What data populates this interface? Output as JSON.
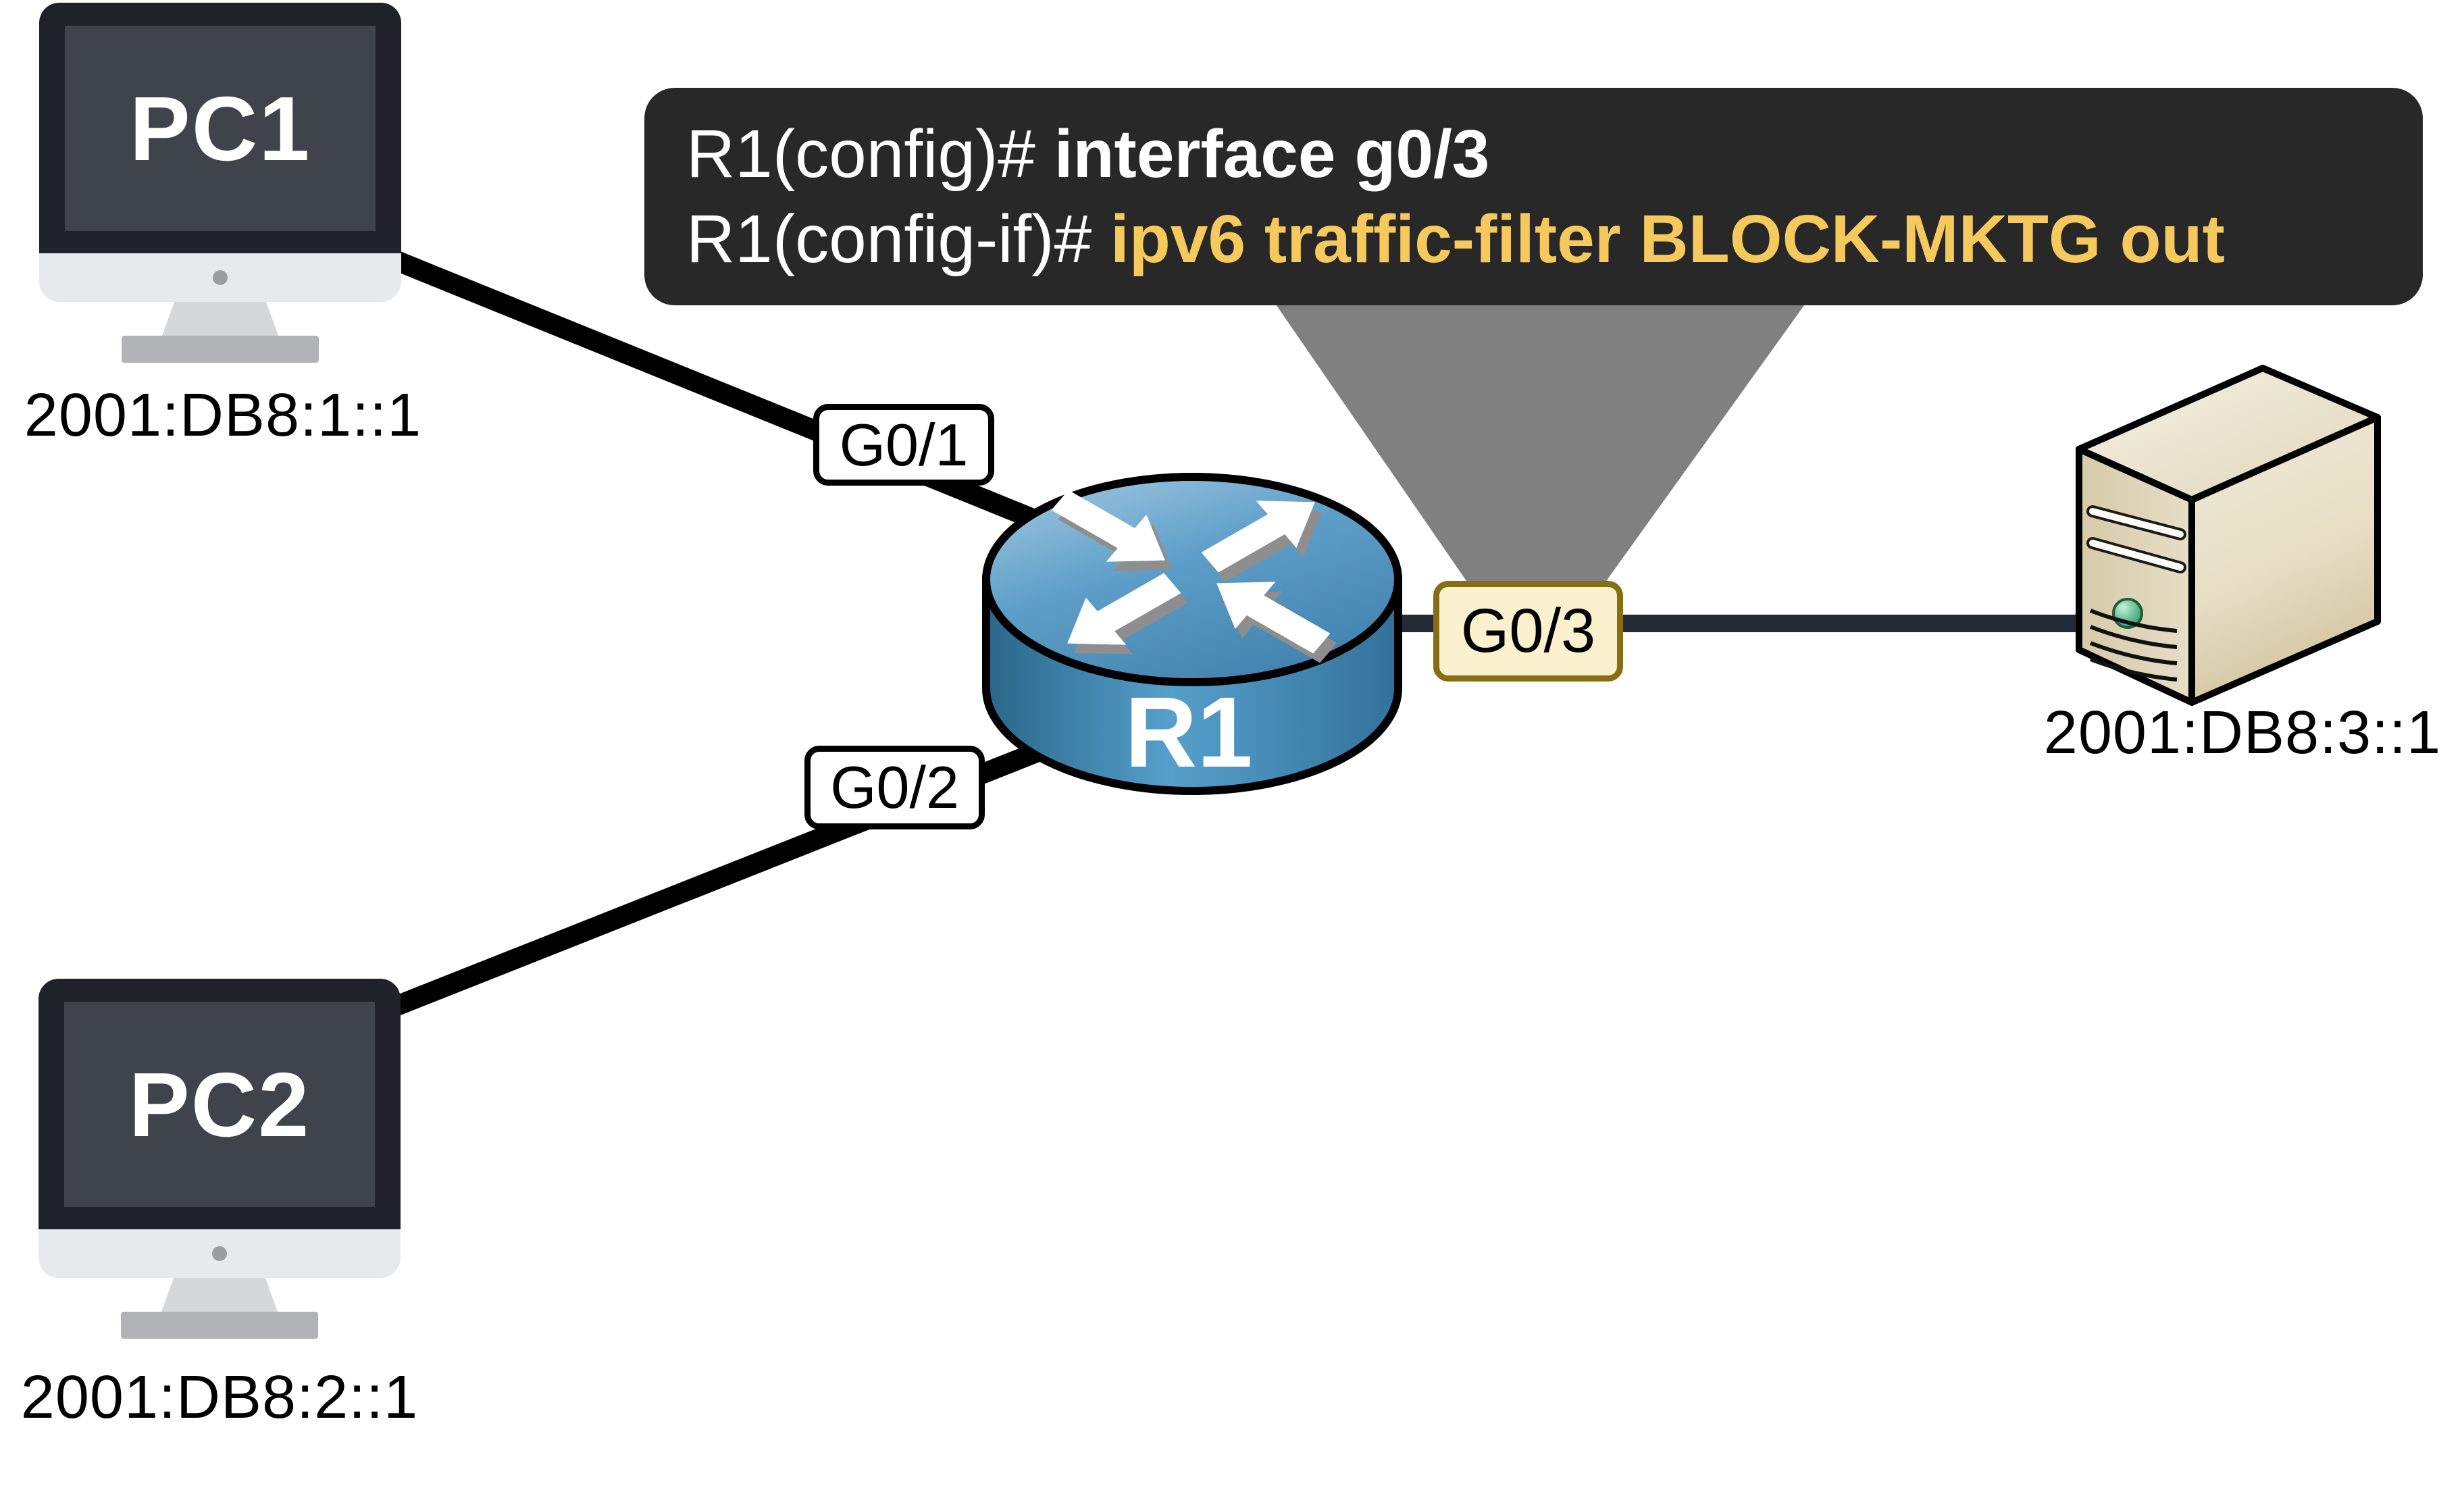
{
  "terminal": {
    "lines": [
      {
        "prompt": "R1(config)# ",
        "command": "interface g0/3",
        "command_color": "#FFFFFF"
      },
      {
        "prompt": "R1(config-if)# ",
        "command": "ipv6 traffic-filter BLOCK-MKTG out",
        "command_color": "#F6C95C"
      }
    ]
  },
  "devices": {
    "pc1": {
      "label": "PC1",
      "ip": "2001:DB8:1::1"
    },
    "pc2": {
      "label": "PC2",
      "ip": "2001:DB8:2::1"
    },
    "router": {
      "label": "R1"
    },
    "server": {
      "ip": "2001:DB8:3::1"
    }
  },
  "interfaces": [
    {
      "label": "G0/1",
      "highlighted": false
    },
    {
      "label": "G0/2",
      "highlighted": false
    },
    {
      "label": "G0/3",
      "highlighted": true
    }
  ],
  "colors": {
    "terminal_bg": "#282828",
    "accent_yellow": "#F6C95C",
    "terminal_white": "#FFFFFF",
    "iface_bg": "#FFFFFF",
    "iface_border": "#000000",
    "iface_hl_bg": "#FBF1CE",
    "iface_hl_border": "#876E13",
    "cable_black": "#000000",
    "cable_slate": "#232A35",
    "triangle_gray": "#808080",
    "router_blue": "#4E9AC4",
    "server_beige": "#E3D9BE",
    "ip_text": "#000000",
    "screen_text": "#FFFFFF"
  }
}
